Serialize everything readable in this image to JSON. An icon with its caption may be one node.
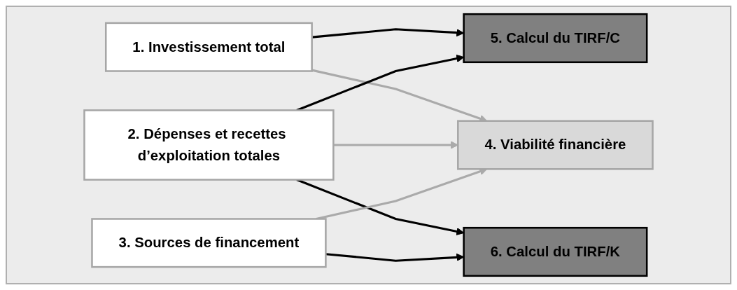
{
  "diagram": {
    "nodes": [
      {
        "text": [
          "1. Investissement total"
        ]
      },
      {
        "text": [
          "2. Dépenses et recettes d’exploitation totales"
        ]
      },
      {
        "text": [
          "3. Sources de financement"
        ]
      },
      {
        "text": [
          "4. Viabilité financière"
        ]
      },
      {
        "text": [
          "5. Calcul du TIRF/C"
        ]
      },
      {
        "text": [
          "6. Calcul du TIRF/K"
        ]
      }
    ],
    "edges": [
      {
        "from": 0,
        "to": 4,
        "arrow": "to"
      },
      {
        "from": 0,
        "to": 3,
        "arrow": "to",
        "color": "#aaaaaa"
      },
      {
        "from": 1,
        "to": 4,
        "arrow": "to"
      },
      {
        "from": 1,
        "to": 3,
        "arrow": "to",
        "color": "#aaaaaa"
      },
      {
        "from": 1,
        "to": 5,
        "arrow": "to"
      },
      {
        "from": 2,
        "to": 3,
        "arrow": "to",
        "color": "#aaaaaa"
      },
      {
        "from": 2,
        "to": 5,
        "arrow": "to"
      }
    ]
  }
}
